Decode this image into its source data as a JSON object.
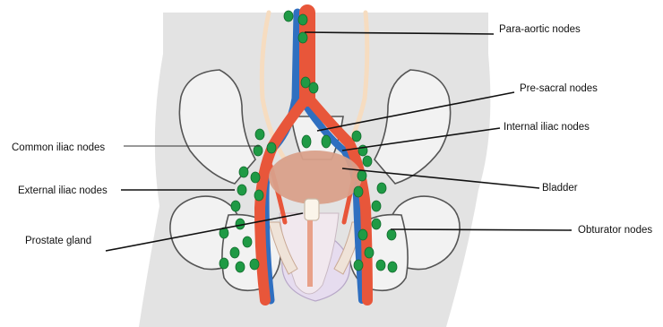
{
  "labels": {
    "para_aortic": "Para-aortic nodes",
    "pre_sacral": "Pre-sacral nodes",
    "internal_iliac": "Internal iliac nodes",
    "common_iliac": "Common iliac nodes",
    "external_iliac": "External iliac nodes",
    "bladder": "Bladder",
    "obturator": "Obturator nodes",
    "prostate": "Prostate gland"
  },
  "colors": {
    "artery": "#e8563a",
    "vein": "#2f6fc0",
    "node": "#1f9a45",
    "bladder": "#d9a08a",
    "ureter": "#f6dcc0",
    "body": "#e3e3e3",
    "bone": "#f2f2f2"
  }
}
